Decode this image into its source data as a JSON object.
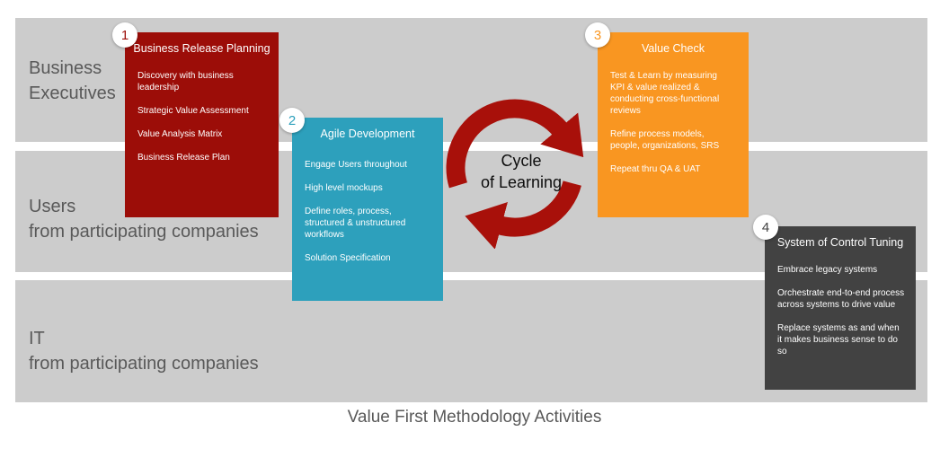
{
  "caption": "Value First Methodology Activities",
  "lanes": [
    {
      "line1": "Business",
      "line2": "Executives"
    },
    {
      "line1": "Users",
      "line2": "from participating companies"
    },
    {
      "line1": "IT",
      "line2": "from participating companies"
    }
  ],
  "cycle": {
    "line1": "Cycle",
    "line2": "of Learning",
    "arrow_color": "#A8100A"
  },
  "boxes": [
    {
      "number": "1",
      "title": "Business Release Planning",
      "color": "#9C0D08",
      "items": [
        "Discovery with business leadership",
        "Strategic Value Assessment",
        "Value Analysis Matrix",
        "Business Release Plan"
      ]
    },
    {
      "number": "2",
      "title": "Agile Development",
      "color": "#2DA0BC",
      "items": [
        "Engage Users throughout",
        "High level mockups",
        "Define roles, process, structured & unstructured workflows",
        "Solution Specification"
      ]
    },
    {
      "number": "3",
      "title": "Value Check",
      "color": "#F99621",
      "items": [
        "Test & Learn by measuring KPI & value realized & conducting cross-functional reviews",
        "Refine process models, people, organizations, SRS",
        "Repeat thru QA & UAT"
      ]
    },
    {
      "number": "4",
      "title": "System of Control Tuning",
      "color": "#424242",
      "items": [
        "Embrace legacy systems",
        "Orchestrate end-to-end process across systems to drive value",
        "Replace systems as and when it makes business sense to do so"
      ]
    }
  ],
  "colors": {
    "page_background": "#FFFFFF",
    "lane_background": "#CCCCCC",
    "lane_label_text": "#595959",
    "box_text": "#FFFFFF",
    "cycle_arrow": "#A8100A",
    "cycle_text": "#0D0D0D",
    "caption_text": "#595959"
  }
}
